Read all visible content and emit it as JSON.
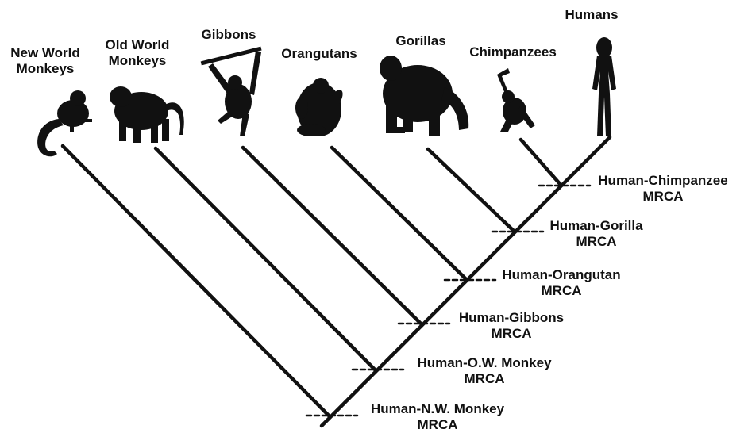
{
  "taxa": [
    {
      "id": "new-world-monkeys",
      "lines": [
        "New World",
        "Monkeys"
      ],
      "silhouette": "new-world-monkey-silhouette"
    },
    {
      "id": "old-world-monkeys",
      "lines": [
        "Old World",
        "Monkeys"
      ],
      "silhouette": "baboon-silhouette"
    },
    {
      "id": "gibbons",
      "lines": [
        "Gibbons"
      ],
      "silhouette": "gibbon-silhouette"
    },
    {
      "id": "orangutans",
      "lines": [
        "Orangutans"
      ],
      "silhouette": "orangutan-silhouette"
    },
    {
      "id": "gorillas",
      "lines": [
        "Gorillas"
      ],
      "silhouette": "gorilla-silhouette"
    },
    {
      "id": "chimpanzees",
      "lines": [
        "Chimpanzees"
      ],
      "silhouette": "chimpanzee-silhouette"
    },
    {
      "id": "humans",
      "lines": [
        "Humans"
      ],
      "silhouette": "human-silhouette"
    }
  ],
  "nodes": [
    {
      "id": "human-chimpanzee",
      "lines": [
        "Human-Chimpanzee",
        "MRCA"
      ]
    },
    {
      "id": "human-gorilla",
      "lines": [
        "Human-Gorilla",
        "MRCA"
      ]
    },
    {
      "id": "human-orangutan",
      "lines": [
        "Human-Orangutan",
        "MRCA"
      ]
    },
    {
      "id": "human-gibbons",
      "lines": [
        "Human-Gibbons",
        "MRCA"
      ]
    },
    {
      "id": "human-ow-monkey",
      "lines": [
        "Human-O.W. Monkey",
        "MRCA"
      ]
    },
    {
      "id": "human-nw-monkey",
      "lines": [
        "Human-N.W. Monkey",
        "MRCA"
      ]
    }
  ],
  "colors": {
    "ink": "#111111",
    "background": "#ffffff"
  }
}
